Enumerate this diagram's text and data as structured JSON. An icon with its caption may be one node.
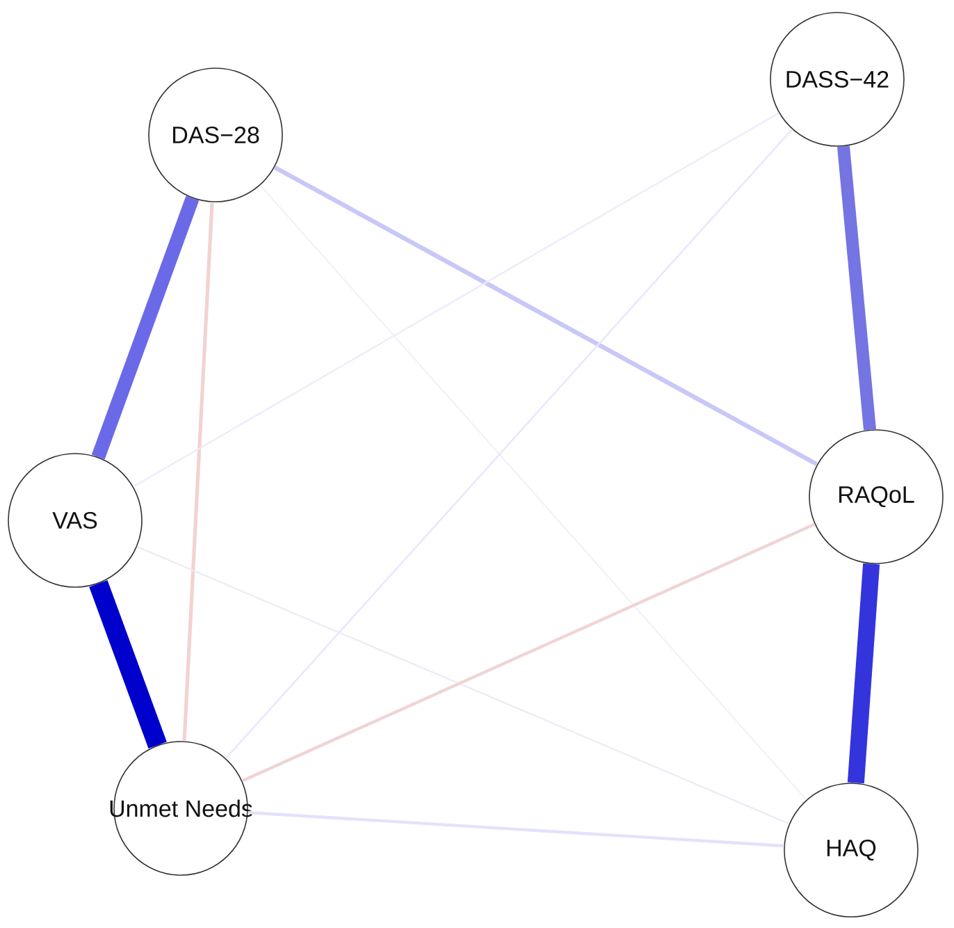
{
  "diagram": {
    "nodes": [
      {
        "text": [
          "DAS−28"
        ]
      },
      {
        "text": [
          "DASS−42"
        ]
      },
      {
        "text": [
          "VAS"
        ]
      },
      {
        "text": [
          "RAQoL"
        ]
      },
      {
        "text": [
          "Unmet Needs"
        ]
      },
      {
        "text": [
          "HAQ"
        ]
      }
    ],
    "edges": [
      {
        "from": 0,
        "to": 2,
        "arrow": "none",
        "style": "thick",
        "color": "#6a6ae8"
      },
      {
        "from": 0,
        "to": 3,
        "arrow": "none",
        "color": "#c8c8f8"
      },
      {
        "from": 0,
        "to": 4,
        "arrow": "none",
        "color": "#f2d2d2"
      },
      {
        "from": 0,
        "to": 5,
        "arrow": "none",
        "color": "#f0f0f8"
      },
      {
        "from": 1,
        "to": 3,
        "arrow": "none",
        "style": "thick",
        "color": "#7474e2"
      },
      {
        "from": 1,
        "to": 2,
        "arrow": "none",
        "color": "#ececfa"
      },
      {
        "from": 1,
        "to": 4,
        "arrow": "none",
        "color": "#e8e8fc"
      },
      {
        "from": 2,
        "to": 4,
        "arrow": "none",
        "style": "thick",
        "color": "#0000cc"
      },
      {
        "from": 2,
        "to": 5,
        "arrow": "none",
        "color": "#ececf6"
      },
      {
        "from": 3,
        "to": 5,
        "arrow": "none",
        "style": "thick",
        "color": "#3434dc"
      },
      {
        "from": 3,
        "to": 4,
        "arrow": "none",
        "color": "#f0d4d4"
      },
      {
        "from": 4,
        "to": 5,
        "arrow": "none",
        "color": "#e2e2fc"
      }
    ]
  }
}
